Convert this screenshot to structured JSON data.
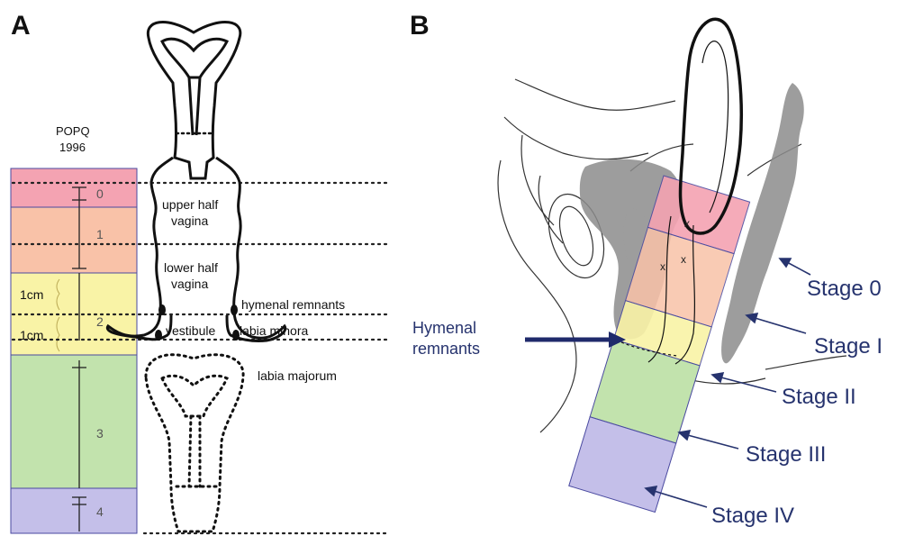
{
  "panels": {
    "a": {
      "letter": "A",
      "popq_title": "POPQ",
      "popq_year": "1996",
      "stage_numbers": [
        "0",
        "1",
        "2",
        "3",
        "4"
      ],
      "cm_labels": [
        "1cm",
        "1cm"
      ],
      "labels": {
        "upper_half_1": "upper half",
        "upper_half_2": "vagina",
        "lower_half_1": "lower half",
        "lower_half_2": "vagina",
        "hymenal_remnants": "hymenal remnants",
        "vestibule": "vestibule",
        "labia_minora": "labia minora",
        "labia_majorum": "labia majorum"
      }
    },
    "b": {
      "letter": "B",
      "hymenal_1": "Hymenal",
      "hymenal_2": "remnants",
      "stages": [
        "Stage 0",
        "Stage I",
        "Stage II",
        "Stage III",
        "Stage IV"
      ]
    }
  },
  "colors": {
    "stage0": "#f4a3b2",
    "stage1": "#f9c2a8",
    "stage2": "#f9f3a6",
    "stage3": "#c2e3ad",
    "stage4": "#c4bfe9",
    "label_blue": "#26336e",
    "shading": "#8c8c8c"
  }
}
